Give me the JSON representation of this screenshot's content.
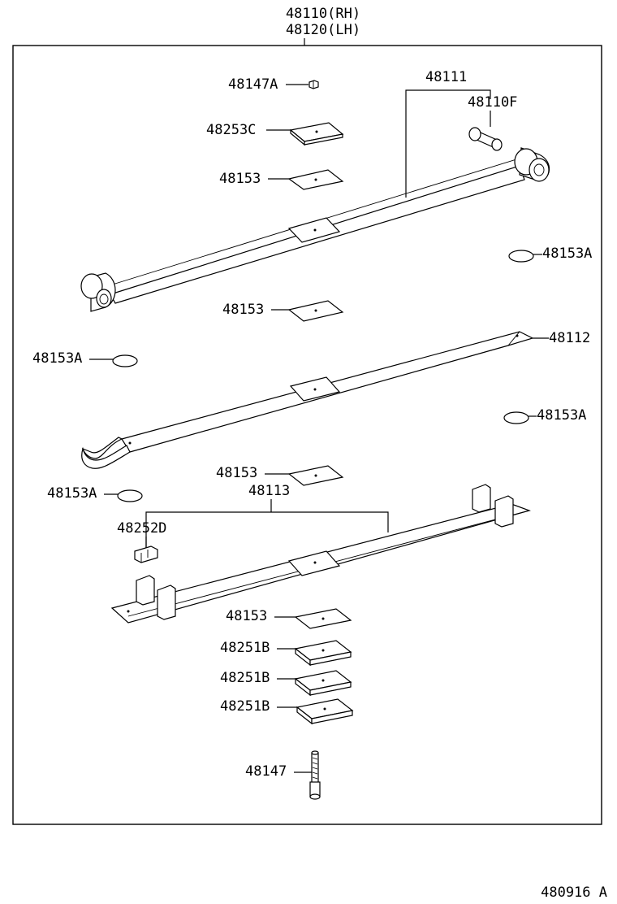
{
  "header": {
    "rh": "48110(RH)",
    "lh": "48120(LH)"
  },
  "labels": {
    "p48147A": "48147A",
    "p48111": "48111",
    "p48110F": "48110F",
    "p48253C": "48253C",
    "p48153_1": "48153",
    "p48153A_1": "48153A",
    "p48153_2": "48153",
    "p48112": "48112",
    "p48153A_2": "48153A",
    "p48153A_3": "48153A",
    "p48153_3": "48153",
    "p48113": "48113",
    "p48153A_4": "48153A",
    "p48252D": "48252D",
    "p48153_4": "48153",
    "p48251B_1": "48251B",
    "p48251B_2": "48251B",
    "p48251B_3": "48251B",
    "p48147": "48147"
  },
  "footer": {
    "code": "480916 A"
  }
}
